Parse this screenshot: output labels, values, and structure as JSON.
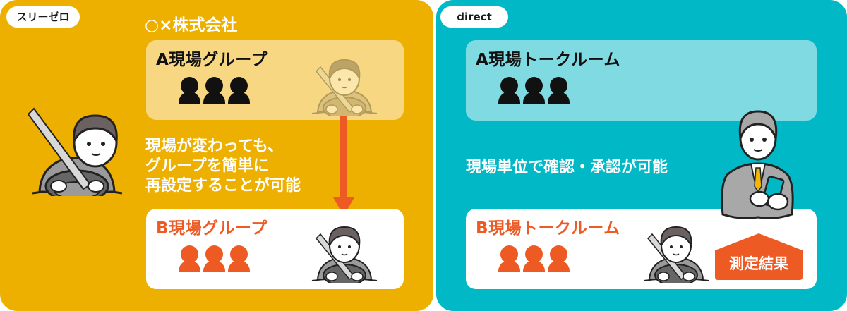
{
  "colors": {
    "left_bg": "#EDB000",
    "right_bg": "#00B8C6",
    "a_group_bg": "#F7D782",
    "a_room_bg": "#80DAE2",
    "accent_orange": "#EE5A24",
    "white": "#FFFFFF",
    "black": "#111111"
  },
  "left_panel": {
    "tag": "スリーゼロ",
    "company": "○×株式会社",
    "group_a": {
      "title": "A現場グループ",
      "member_icon": "people-icon",
      "member_count": 3,
      "driver_icon": "driver-icon"
    },
    "caption_lines": [
      "現場が変わっても、",
      "グループを簡単に",
      "再設定することが可能"
    ],
    "arrow_icon": "arrow-down-icon",
    "group_b": {
      "title": "B現場グループ",
      "member_icon": "people-icon",
      "member_count": 3,
      "driver_icon": "driver-icon"
    },
    "side_icon": "driver-icon"
  },
  "right_panel": {
    "tag": "direct",
    "room_a": {
      "title": "A現場トークルーム",
      "member_icon": "people-icon",
      "member_count": 3
    },
    "caption": "現場単位で確認・承認が可能",
    "manager_icon": "businessman-with-phone-icon",
    "room_b": {
      "title": "B現場トークルーム",
      "member_icon": "people-icon",
      "member_count": 3,
      "driver_icon": "driver-icon"
    },
    "badge": "測定結果"
  }
}
